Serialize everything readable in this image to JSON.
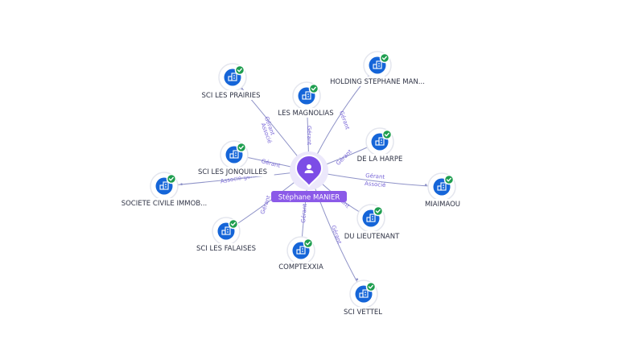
{
  "center": {
    "label": "Stéphane MANIER",
    "icon": "person-icon"
  },
  "colors": {
    "accent": "#7c4de6",
    "company": "#1565d8",
    "verified": "#1e9e4f",
    "edge": "#8f93c8"
  },
  "nodes": [
    {
      "id": "sci-les-prairies",
      "label": "SCI LES PRAIRIES",
      "icon": "building-icon",
      "verified": true,
      "relations": [
        "Gérant",
        "Associé"
      ]
    },
    {
      "id": "les-magnolias",
      "label": "LES MAGNOLIAS",
      "icon": "building-icon",
      "verified": true,
      "relations": [
        "Gérant"
      ]
    },
    {
      "id": "holding-stephane",
      "label": "HOLDING STEPHANE MAN...",
      "icon": "building-icon",
      "verified": true,
      "relations": [
        "Gérant"
      ]
    },
    {
      "id": "de-la-harpe",
      "label": "DE LA HARPE",
      "icon": "building-icon",
      "verified": true,
      "relations": [
        "Gérant"
      ]
    },
    {
      "id": "sci-les-jonquilles",
      "label": "SCI LES JONQUILLES",
      "icon": "building-icon",
      "verified": true,
      "relations": [
        "Gérant",
        "Associé-gérant"
      ]
    },
    {
      "id": "miaimaou",
      "label": "MIAIMAOU",
      "icon": "building-icon",
      "verified": true,
      "relations": [
        "Gérant",
        "Associé"
      ]
    },
    {
      "id": "societe-civile",
      "label": "SOCIETE CIVILE IMMOB...",
      "icon": "building-icon",
      "verified": true,
      "relations": []
    },
    {
      "id": "du-lieutenant",
      "label": "DU LIEUTENANT",
      "icon": "building-icon",
      "verified": true,
      "relations": [
        "Gérant"
      ]
    },
    {
      "id": "sci-les-falaises",
      "label": "SCI LES FALAISES",
      "icon": "building-icon",
      "verified": true,
      "relations": [
        "Gérant"
      ]
    },
    {
      "id": "comptexxia",
      "label": "COMPTEXXIA",
      "icon": "building-icon",
      "verified": true,
      "relations": [
        "Gérant"
      ]
    },
    {
      "id": "sci-vettel",
      "label": "SCI VETTEL",
      "icon": "building-icon",
      "verified": true,
      "relations": [
        "Gérant"
      ]
    }
  ]
}
